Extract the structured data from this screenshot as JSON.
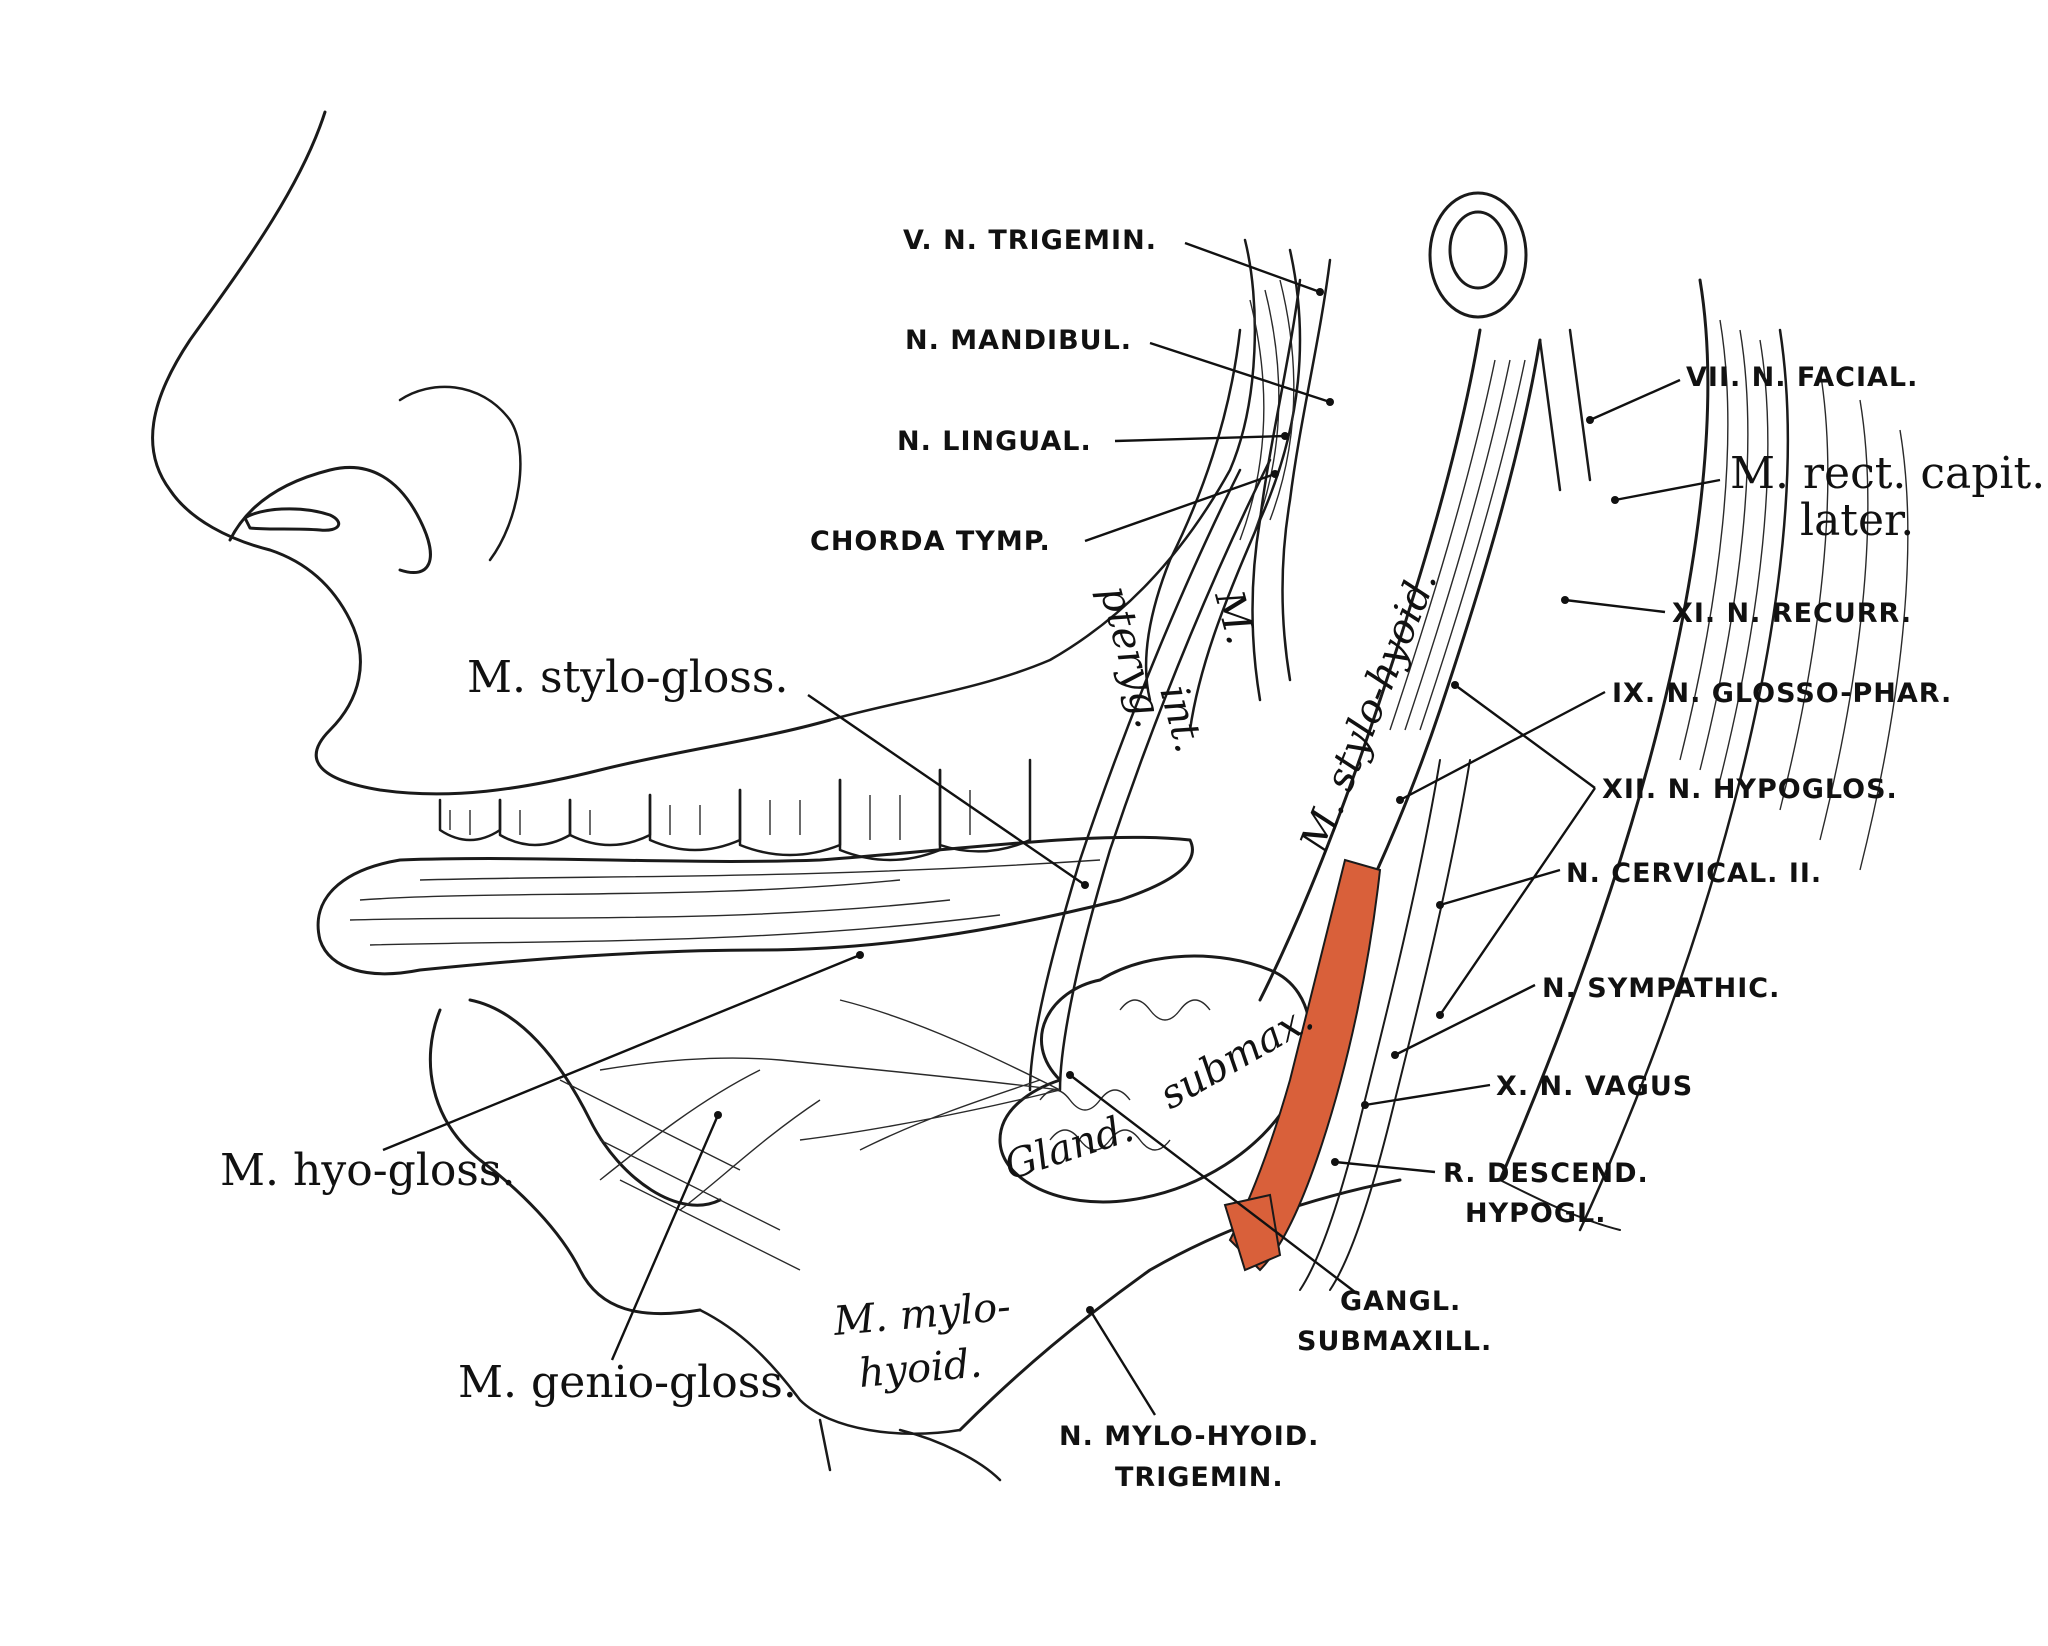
{
  "labels": {
    "trigemin": "V. N. TRIGEMIN.",
    "mandibul": "N. MANDIBUL.",
    "lingual": "N. LINGUAL.",
    "chorda": "CHORDA TYMP.",
    "facial": "VII. N. FACIAL.",
    "rect_capit_1": "M. rect. capit.",
    "rect_capit_2": "later.",
    "recurr": "XI. N. RECURR.",
    "glosso_phar": "IX. N. GLOSSO-PHAR.",
    "hypoglos": "XII. N. HYPOGLOS.",
    "cervical": "N. CERVICAL. II.",
    "sympathic": "N. SYMPATHIC.",
    "vagus": "X. N. VAGUS",
    "descend_1": "R. DESCEND.",
    "descend_2": "HYPOGL.",
    "gangl_1": "GANGL.",
    "gangl_2": "SUBMAXILL.",
    "mylo_n_1": "N. MYLO-HYOID.",
    "mylo_n_2": "TRIGEMIN.",
    "stylo_gloss": "M. stylo-gloss.",
    "hyo_gloss": "M. hyo-gloss.",
    "genio_gloss": "M. genio-gloss.",
    "pteryg_1": "M.",
    "pteryg_2": "pteryg.",
    "pteryg_3": "int.",
    "stylo_hyoid": "M. stylo-hyoid.",
    "gland_1": "Gland.",
    "gland_2": "submax.",
    "mylo_m_1": "M. mylo-",
    "mylo_m_2": "hyoid."
  },
  "colors": {
    "ink": "#1a1a1a",
    "paper": "#ffffff",
    "artery": "#d9603a"
  }
}
